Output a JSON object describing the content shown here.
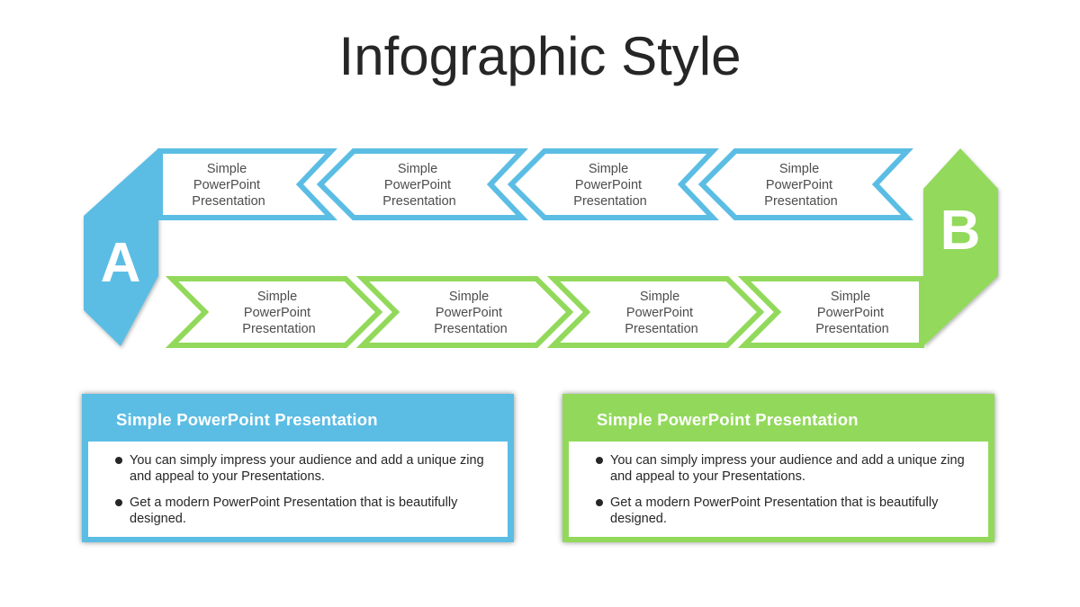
{
  "title": "Infographic Style",
  "colors": {
    "blue": "#5bbde4",
    "green": "#92d95b",
    "text": "#262626",
    "muted": "#4d4d4d"
  },
  "badges": {
    "start": "A",
    "end": "B"
  },
  "top_row": [
    {
      "lines": [
        "Simple",
        "PowerPoint",
        "Presentation"
      ]
    },
    {
      "lines": [
        "Simple",
        "PowerPoint",
        "Presentation"
      ]
    },
    {
      "lines": [
        "Simple",
        "PowerPoint",
        "Presentation"
      ]
    },
    {
      "lines": [
        "Simple",
        "PowerPoint",
        "Presentation"
      ]
    }
  ],
  "bottom_row": [
    {
      "lines": [
        "Simple",
        "PowerPoint",
        "Presentation"
      ]
    },
    {
      "lines": [
        "Simple",
        "PowerPoint",
        "Presentation"
      ]
    },
    {
      "lines": [
        "Simple",
        "PowerPoint",
        "Presentation"
      ]
    },
    {
      "lines": [
        "Simple",
        "PowerPoint",
        "Presentation"
      ]
    }
  ],
  "cards": [
    {
      "title": "Simple PowerPoint Presentation",
      "bullets": [
        "You can simply impress your audience and add a unique zing and appeal to your Presentations.",
        "Get a modern PowerPoint  Presentation that is beautifully designed."
      ]
    },
    {
      "title": "Simple PowerPoint Presentation",
      "bullets": [
        "You can simply impress your audience and add a unique zing and appeal to your Presentations.",
        "Get a modern PowerPoint  Presentation that is beautifully designed."
      ]
    }
  ]
}
